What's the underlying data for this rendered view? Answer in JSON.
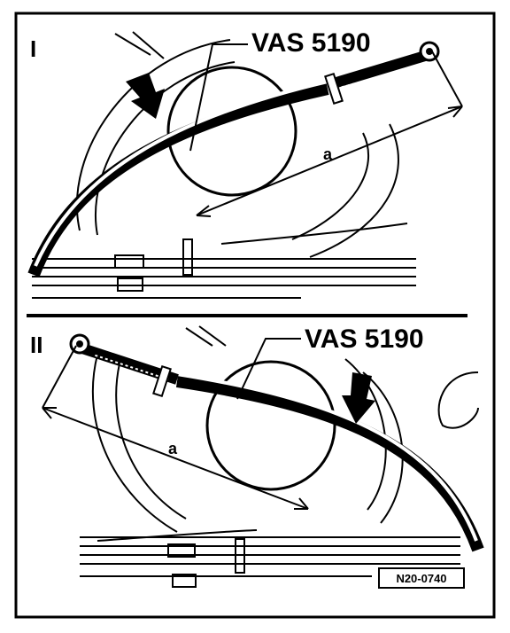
{
  "figure": {
    "panels": [
      {
        "id": "I",
        "tool_label": "VAS 5190",
        "dimension_label": "a"
      },
      {
        "id": "II",
        "tool_label": "VAS 5190",
        "dimension_label": "a"
      }
    ],
    "reference_code": "N20-0740"
  }
}
